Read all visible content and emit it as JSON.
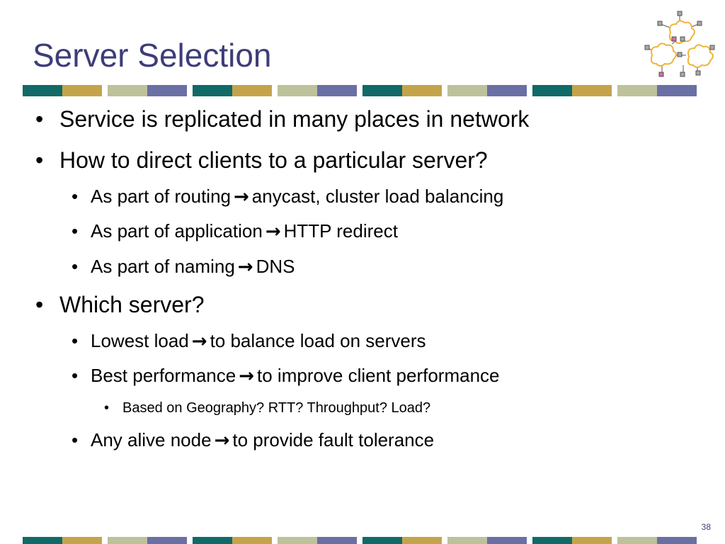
{
  "slide": {
    "title": "Server Selection",
    "page_number": "38"
  },
  "colors": {
    "title": "#3d3d7a",
    "teal": "#106a68",
    "gold": "#c4a44b",
    "sage": "#bdc29b",
    "slate": "#6a6fa4",
    "cloud": "#f0b43a",
    "node_pink": "#d86aa8",
    "node_gray": "#a8a8a8"
  },
  "bullets": {
    "b1": "Service is replicated in many places in network",
    "b2": "How to direct clients to a particular server?",
    "b2_1": {
      "before": "As part of routing",
      "arrow": "→",
      "after": "anycast, cluster load balancing"
    },
    "b2_2": {
      "before": "As part of application",
      "arrow": "→",
      "after": "HTTP redirect"
    },
    "b2_3": {
      "before": "As part of naming",
      "arrow": "→",
      "after": "DNS"
    },
    "b3": "Which server?",
    "b3_1": {
      "before": "Lowest load",
      "arrow": "→",
      "after": "to balance load on servers"
    },
    "b3_2": {
      "before": "Best performance",
      "arrow": "→",
      "after": "to improve client performance"
    },
    "b3_2_1": "Based on Geography? RTT? Throughput? Load?",
    "b3_3": {
      "before": "Any alive node",
      "arrow": "→",
      "after": "to provide fault tolerance"
    }
  },
  "decoration": {
    "logo_icon": "network-clouds-icon",
    "bullet_glyph": "•"
  }
}
